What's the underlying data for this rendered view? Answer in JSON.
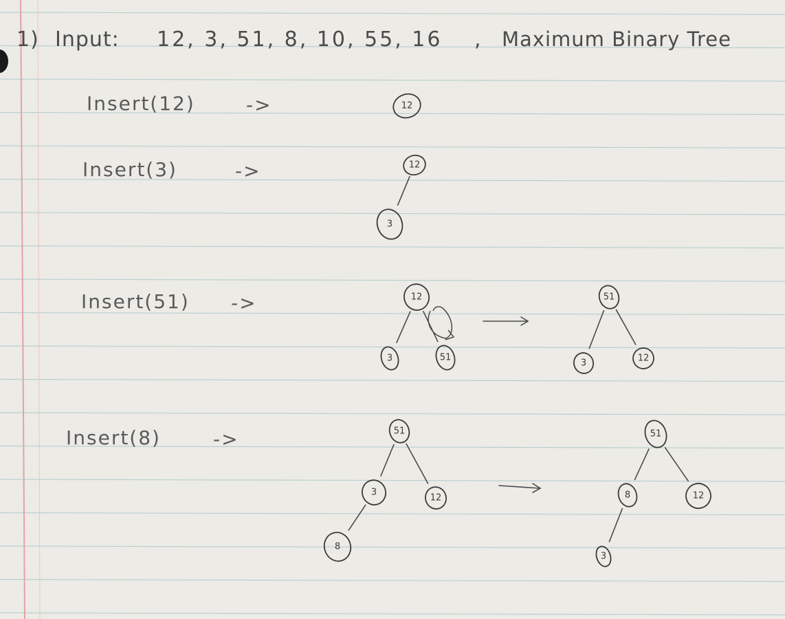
{
  "header": {
    "number": "1)",
    "input_label": "Input:",
    "input_values": "12, 3, 51, 8, 10, 55, 16",
    "separator": ",",
    "title": "Maximum Binary Tree"
  },
  "steps": [
    {
      "label": "Insert(12)",
      "arrow": "->"
    },
    {
      "label": "Insert(3)",
      "arrow": "->"
    },
    {
      "label": "Insert(51)",
      "arrow": "->"
    },
    {
      "label": "Insert(8)",
      "arrow": "->"
    }
  ],
  "trees": [
    {
      "id": "step1",
      "nodes": [
        "12"
      ],
      "edges": []
    },
    {
      "id": "step2",
      "nodes": [
        "12",
        "3"
      ],
      "edges": [
        [
          "12",
          "3"
        ]
      ]
    },
    {
      "id": "step3-before",
      "nodes": [
        "12",
        "3",
        "51"
      ],
      "edges": [
        [
          "12",
          "3"
        ],
        [
          "12",
          "51"
        ]
      ],
      "swap": [
        "12",
        "51"
      ]
    },
    {
      "id": "step3-after",
      "nodes": [
        "51",
        "3",
        "12"
      ],
      "edges": [
        [
          "51",
          "3"
        ],
        [
          "51",
          "12"
        ]
      ]
    },
    {
      "id": "step4-before",
      "nodes": [
        "51",
        "3",
        "12",
        "8"
      ],
      "edges": [
        [
          "51",
          "3"
        ],
        [
          "51",
          "12"
        ],
        [
          "3",
          "8"
        ]
      ]
    },
    {
      "id": "step4-after",
      "nodes": [
        "51",
        "8",
        "12",
        "3"
      ],
      "edges": [
        [
          "51",
          "8"
        ],
        [
          "51",
          "12"
        ],
        [
          "8",
          "3"
        ]
      ]
    }
  ],
  "colors": {
    "paper": "#ecebe6",
    "rule": "#b9cfd0",
    "margin": "#e2a3a6",
    "ink": "#3a3a3a"
  }
}
